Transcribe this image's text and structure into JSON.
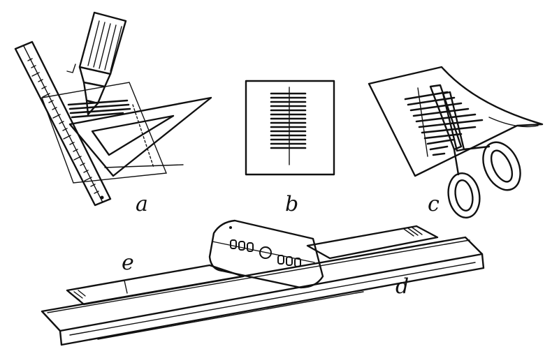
{
  "labels": {
    "a": "a",
    "b": "b",
    "c": "c",
    "d": "d",
    "e": "e"
  },
  "colors": {
    "ink": "#111111",
    "paper": "#ffffff"
  }
}
